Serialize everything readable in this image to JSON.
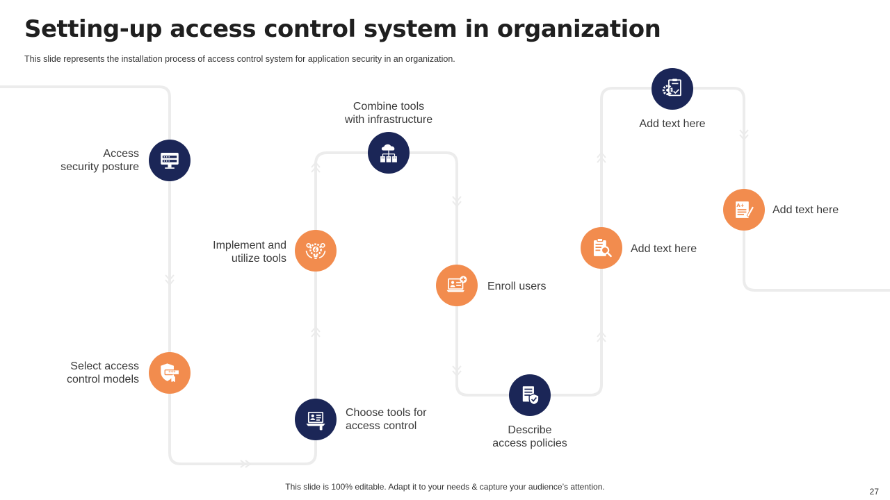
{
  "slide": {
    "title": "Setting-up access control system in organization",
    "subtitle": "This slide represents the installation process of access control system for application security in an organization.",
    "footer": "This slide is 100% editable. Adapt it to your needs & capture your audience’s attention.",
    "page_number": "27"
  },
  "colors": {
    "navy": "#1b2657",
    "orange": "#f28c4e",
    "path": "#ececec"
  },
  "steps": [
    {
      "id": "access-security-posture",
      "lines": [
        "Access",
        "security posture"
      ],
      "color": "navy",
      "icon": "monitor-password-icon"
    },
    {
      "id": "select-access-control-models",
      "lines": [
        "Select access",
        "control models"
      ],
      "color": "orange",
      "icon": "shield-password-icon"
    },
    {
      "id": "choose-tools",
      "lines": [
        "Choose tools for",
        "access control"
      ],
      "color": "navy",
      "icon": "laptop-user-icon"
    },
    {
      "id": "implement-utilize-tools",
      "lines": [
        "Implement and",
        "utilize tools"
      ],
      "color": "orange",
      "icon": "gears-bulb-icon"
    },
    {
      "id": "combine-tools",
      "lines": [
        "Combine tools",
        "with infrastructure"
      ],
      "color": "navy",
      "icon": "cloud-network-icon"
    },
    {
      "id": "enroll-users",
      "lines": [
        "Enroll users"
      ],
      "color": "orange",
      "icon": "add-user-screen-icon"
    },
    {
      "id": "describe-policies",
      "lines": [
        "Describe",
        "access policies"
      ],
      "color": "navy",
      "icon": "policy-document-icon"
    },
    {
      "id": "add-text-1",
      "lines": [
        "Add text here"
      ],
      "color": "orange",
      "icon": "clipboard-search-icon"
    },
    {
      "id": "add-text-2",
      "lines": [
        "Add text here"
      ],
      "color": "navy",
      "icon": "settings-checklist-icon"
    },
    {
      "id": "add-text-3",
      "lines": [
        "Add text here"
      ],
      "color": "orange",
      "icon": "grade-document-icon"
    }
  ]
}
